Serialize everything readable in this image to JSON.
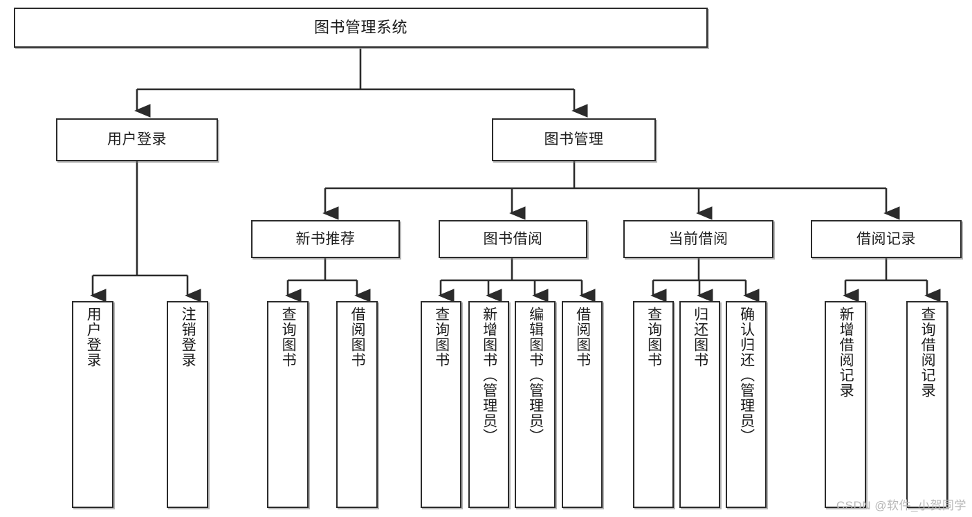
{
  "diagram": {
    "type": "hierarchy-tree",
    "title": "图书管理系统",
    "levels": 4,
    "root": {
      "id": "root",
      "label": "图书管理系统"
    },
    "level2": [
      {
        "id": "user-login",
        "label": "用户登录"
      },
      {
        "id": "book-management",
        "label": "图书管理"
      }
    ],
    "level3": [
      {
        "id": "new-book-recommend",
        "label": "新书推荐"
      },
      {
        "id": "book-borrow",
        "label": "图书借阅"
      },
      {
        "id": "current-borrow",
        "label": "当前借阅"
      },
      {
        "id": "borrow-record",
        "label": "借阅记录"
      }
    ],
    "leaves": {
      "user_login": [
        {
          "id": "leaf-user-login",
          "label": "用户登录"
        },
        {
          "id": "leaf-logout",
          "label": "注销登录"
        }
      ],
      "new_book_recommend": [
        {
          "id": "leaf-query-book-1",
          "label": "查询图书"
        },
        {
          "id": "leaf-borrow-book-1",
          "label": "借阅图书"
        }
      ],
      "book_borrow": [
        {
          "id": "leaf-query-book-2",
          "label": "查询图书"
        },
        {
          "id": "leaf-add-book",
          "label": "新增图书（管理员）"
        },
        {
          "id": "leaf-edit-book",
          "label": "编辑图书（管理员）"
        },
        {
          "id": "leaf-borrow-book-2",
          "label": "借阅图书"
        }
      ],
      "current_borrow": [
        {
          "id": "leaf-query-book-3",
          "label": "查询图书"
        },
        {
          "id": "leaf-return-book",
          "label": "归还图书"
        },
        {
          "id": "leaf-confirm-return",
          "label": "确认归还（管理员）"
        }
      ],
      "borrow_record": [
        {
          "id": "leaf-add-record",
          "label": "新增借阅记录"
        },
        {
          "id": "leaf-query-record",
          "label": "查询借阅记录"
        }
      ]
    },
    "colors": {
      "box_border": "#2b2b2b",
      "box_fill": "#ffffff",
      "edge": "#2b2b2b",
      "text": "#1c1c1c",
      "watermark": "#b8b8b8"
    }
  },
  "watermark": {
    "text": "CSDN @软件_小贺同学"
  }
}
